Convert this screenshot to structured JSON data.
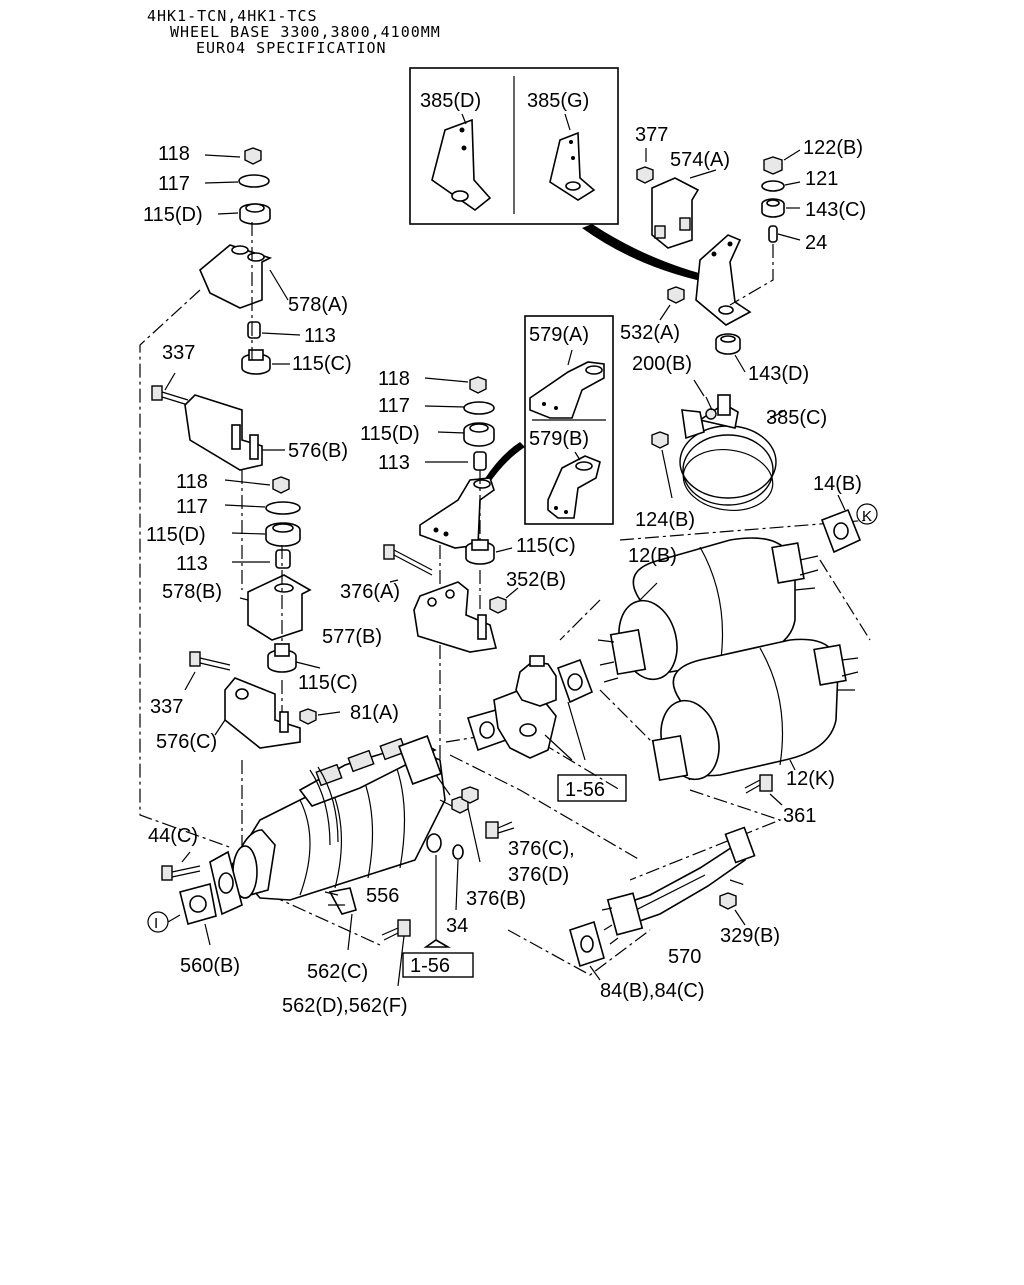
{
  "header": {
    "line1": "4HK1-TCN,4HK1-TCS",
    "line2": "WHEEL BASE 3300,3800,4100MM",
    "line3": "EURO4 SPECIFICATION"
  },
  "labels": {
    "p118a": "118",
    "p117a": "117",
    "p115Da": "115(D)",
    "p578A": "578(A)",
    "p113a": "113",
    "p337a": "337",
    "p115Ca": "115(C)",
    "p576B": "576(B)",
    "p118b": "118",
    "p117b": "117",
    "p115Db": "115(D)",
    "p113b": "113",
    "p578B": "578(B)",
    "p115Cb": "115(C)",
    "p337b": "337",
    "p81A": "81(A)",
    "p576C": "576(C)",
    "p385D": "385(D)",
    "p385G": "385(G)",
    "p377": "377",
    "p574A": "574(A)",
    "p122B": "122(B)",
    "p121": "121",
    "p143C": "143(C)",
    "p24": "24",
    "p532A": "532(A)",
    "p143D": "143(D)",
    "p200B": "200(B)",
    "p385C": "385(C)",
    "p124B": "124(B)",
    "p579A": "579(A)",
    "p579B": "579(B)",
    "p118c": "118",
    "p117c": "117",
    "p115Dc": "115(D)",
    "p113c": "113",
    "p115Cc": "115(C)",
    "p376A": "376(A)",
    "p352B": "352(B)",
    "p577B": "577(B)",
    "p14B": "14(B)",
    "refK": "K",
    "p12B": "12(B)",
    "p12K": "12(K)",
    "ref156a": "1-56",
    "ref156b": "1-56",
    "p361": "361",
    "p44C": "44(C)",
    "p556": "556",
    "p376C": "376(C),",
    "p376D": "376(D)",
    "p376B": "376(B)",
    "p34": "34",
    "refI": "I",
    "p560B": "560(B)",
    "p562C": "562(C)",
    "p562DF": "562(D),562(F)",
    "p570": "570",
    "p329B": "329(B)",
    "p84BC": "84(B),84(C)"
  }
}
